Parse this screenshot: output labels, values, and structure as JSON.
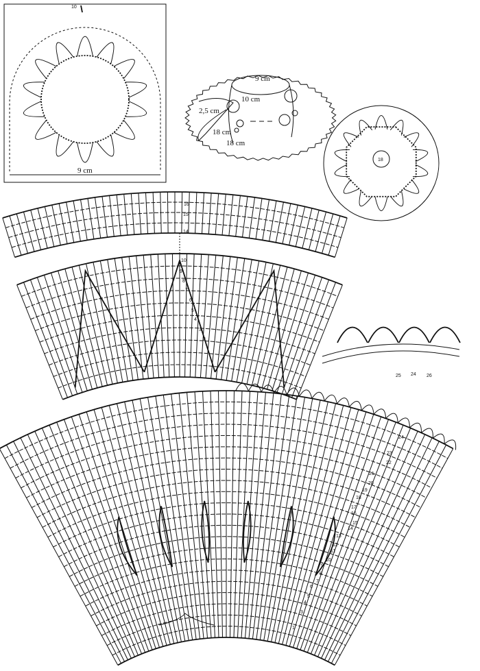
{
  "diagram": {
    "top_left_motif": {
      "start_marker": "10",
      "width_label": "9 cm"
    },
    "hat_sketch": {
      "crown_width": "9 cm",
      "crown_height": "10 cm",
      "ribbon_width": "2,5 cm",
      "ribbon_length": "18 cm",
      "brim_width": "18 cm"
    },
    "round_motif": {
      "center_label": "18"
    },
    "upper_band_rows": [
      "16",
      "15",
      "14"
    ],
    "middle_band_rows": [
      "10",
      "9",
      "8",
      "7",
      "6",
      "5",
      "4",
      "3",
      "2"
    ],
    "edging_rows": [
      "25",
      "24",
      "26"
    ],
    "large_fan_rows": [
      "24",
      "23",
      "22",
      "21",
      "20",
      "19",
      "18",
      "17",
      "16",
      "15",
      "14",
      "13",
      "12",
      "11",
      "10",
      "9",
      "8",
      "7",
      "6",
      "5",
      "4",
      "3",
      "1"
    ]
  }
}
